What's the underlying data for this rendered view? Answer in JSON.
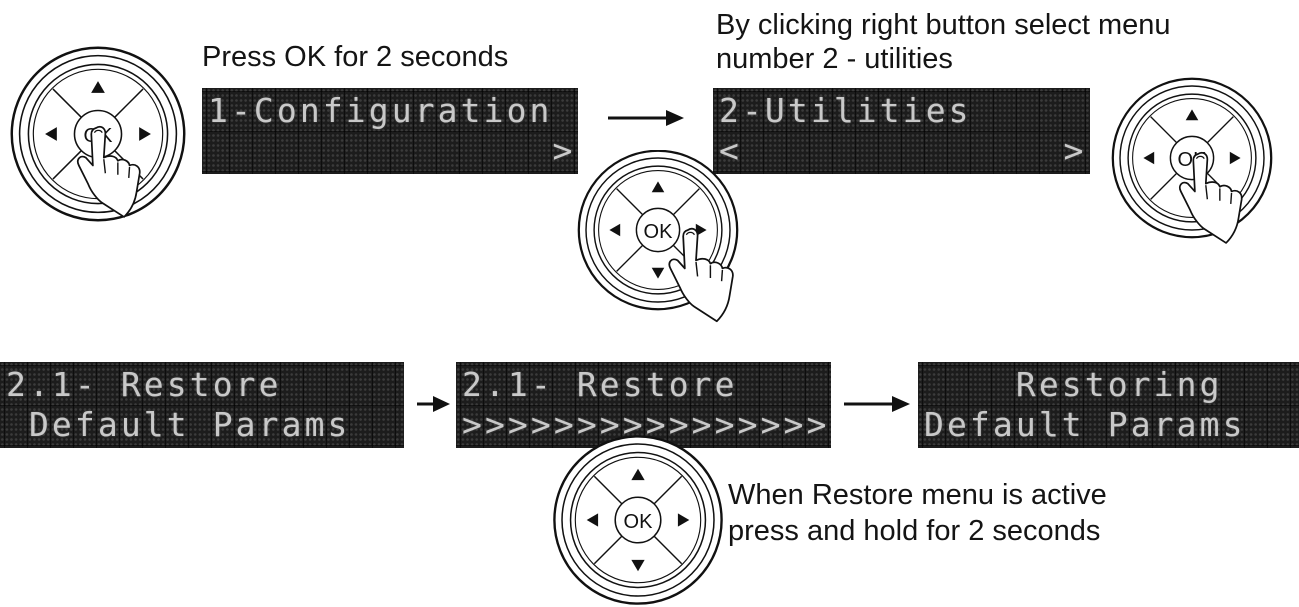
{
  "captions": {
    "step1": "Press OK for 2 seconds",
    "step2_line1": "By clicking right button select menu",
    "step2_line2": "number 2 - utilities",
    "step3_line1": "When Restore menu is active",
    "step3_line2": "press and hold for 2 seconds"
  },
  "displays": {
    "config": {
      "line1": "1-Configuration",
      "line2": "               >"
    },
    "utilities": {
      "line1": "2-Utilities",
      "line2": "<              >"
    },
    "restore": {
      "line1": "2.1- Restore",
      "line2": " Default Params"
    },
    "restore_progress": {
      "line1": "2.1- Restore",
      "line2": ">>>>>>>>>>>>>>>>"
    },
    "restoring": {
      "line1": "    Restoring",
      "line2": "Default Params"
    }
  },
  "joystick": {
    "center_label": "OK"
  },
  "colors": {
    "lcd_bg": "#1a1a1a",
    "lcd_text": "#c9c9c9",
    "ink": "#111111"
  }
}
